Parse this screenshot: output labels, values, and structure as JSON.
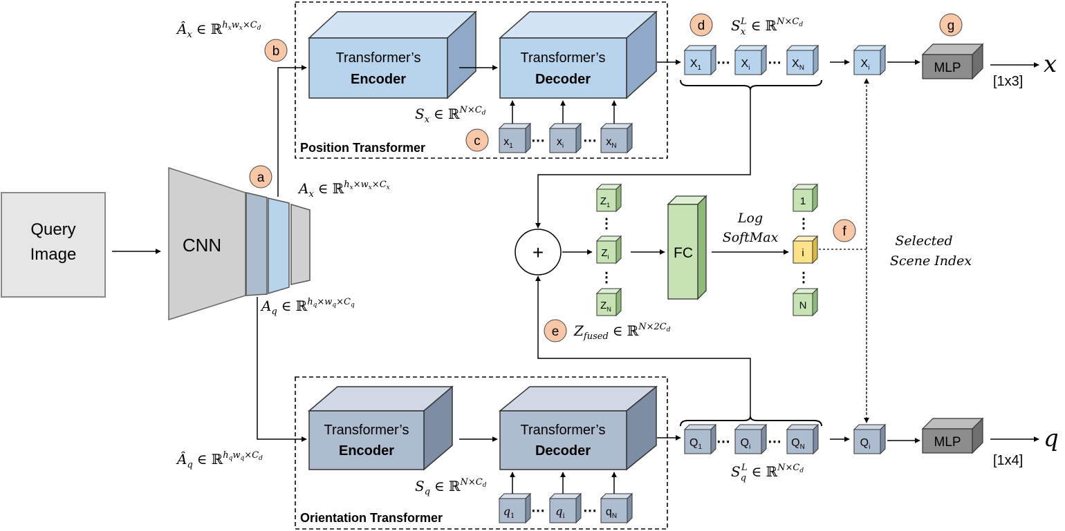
{
  "input": {
    "label_line1": "Query",
    "label_line2": "Image"
  },
  "cnn": {
    "label": "CNN"
  },
  "position_transformer": {
    "title": "Position Transformer",
    "encoder": {
      "line1": "Transformer’s",
      "line2": "Encoder"
    },
    "decoder": {
      "line1": "Transformer’s",
      "line2": "Decoder"
    },
    "queries": {
      "first": "x",
      "first_sub": "1",
      "mid": "x",
      "mid_sub": "i",
      "last": "x",
      "last_sub": "N"
    },
    "outputs": {
      "first": "X",
      "first_sub": "1",
      "mid": "X",
      "mid_sub": "i",
      "last": "X",
      "last_sub": "N"
    },
    "selected": {
      "label": "X",
      "sub": "i"
    }
  },
  "orientation_transformer": {
    "title": "Orientation Transformer",
    "encoder": {
      "line1": "Transformer’s",
      "line2": "Encoder"
    },
    "decoder": {
      "line1": "Transformer’s",
      "line2": "Decoder"
    },
    "queries": {
      "first": "q",
      "first_sub": "1",
      "mid": "q",
      "mid_sub": "i",
      "last": "q",
      "last_sub": "N"
    },
    "outputs": {
      "first": "Q",
      "first_sub": "1",
      "mid": "Q",
      "mid_sub": "i",
      "last": "Q",
      "last_sub": "N"
    },
    "selected": {
      "label": "Q",
      "sub": "i"
    }
  },
  "fusion": {
    "plus": "+",
    "z": {
      "first": "Z",
      "first_sub": "1",
      "mid": "Z",
      "mid_sub": "i",
      "last": "Z",
      "last_sub": "N"
    },
    "fc": "FC",
    "softmax_line1": "Log",
    "softmax_line2": "SoftMax",
    "index": {
      "first": "1",
      "mid": "i",
      "last": "N"
    },
    "selected_line1": "Selected",
    "selected_line2": "Scene Index"
  },
  "heads": {
    "position_mlp": "MLP",
    "orientation_mlp": "MLP",
    "position_out": "x",
    "orientation_out": "q",
    "position_dim": "[1x3]",
    "orientation_dim": "[1x4]"
  },
  "badges": {
    "a": "a",
    "b": "b",
    "c": "c",
    "d": "d",
    "e": "e",
    "f": "f",
    "g": "g"
  },
  "math": {
    "A_hat_x": {
      "base": "Â",
      "sub": "x",
      "sup": "h",
      "sup1": "x",
      "sup2": "w",
      "sup3": "x",
      "sup4": "×C",
      "sup5": "d"
    },
    "A_x": {
      "base": "A",
      "sub": "x",
      "sup": "h",
      "sup1": "x",
      "sup2": "×w",
      "sup3": "x",
      "sup4": "×C",
      "sup5": "x"
    },
    "A_q": {
      "base": "A",
      "sub": "q",
      "sup": "h",
      "sup1": "q",
      "sup2": "×w",
      "sup3": "q",
      "sup4": "×C",
      "sup5": "q"
    },
    "A_hat_q": {
      "base": "Â",
      "sub": "q",
      "sup": "h",
      "sup1": "q",
      "sup2": "w",
      "sup3": "q",
      "sup4": "×C",
      "sup5": "d"
    },
    "S_x": {
      "base": "S",
      "sub": "x",
      "sup": "N×C",
      "sup1": "d"
    },
    "S_q": {
      "base": "S",
      "sub": "q",
      "sup": "N×C",
      "sup1": "d"
    },
    "S_L_x": {
      "base": "S",
      "sub": "x",
      "L": "L",
      "sup": "N×C",
      "sup1": "d"
    },
    "S_L_q": {
      "base": "S",
      "sub": "q",
      "L": "L",
      "sup": "N×C",
      "sup1": "d"
    },
    "Z_fused": {
      "base": "Z",
      "sub": "fused",
      "sup": "N×2C",
      "sup1": "d"
    },
    "in": "∈",
    "R": "ℝ"
  },
  "colors": {
    "pos_blue": "#b8d3ec",
    "ori_gray_blue": "#aebccf",
    "cnn_gray": "#d0d0d0",
    "z_green": "#c6e3b4",
    "index_yellow": "#ffe38a",
    "mlp_gray": "#8c8c8c",
    "badge": "#f8c7a8"
  }
}
